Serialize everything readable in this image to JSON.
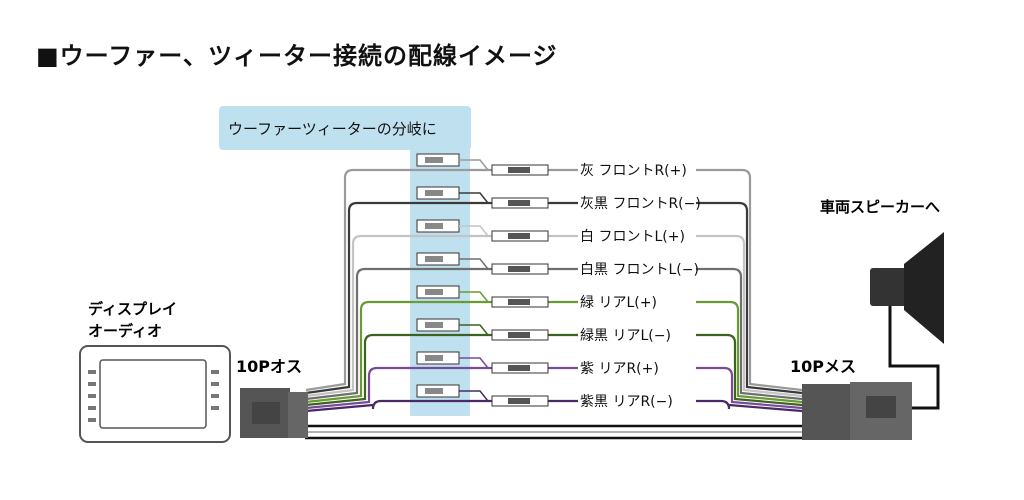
{
  "title": "■ウーファー、ツィーター接続の配線イメージ",
  "branch_label": "ウーファーツィーターの分岐に",
  "audio_label_line1": "ディスプレイ",
  "audio_label_line2": "オーディオ",
  "male_connector_label": "10Pオス",
  "female_connector_label": "10Pメス",
  "speaker_label": "車両スピーカーへ",
  "wires": [
    {
      "label": "灰 フロントR(+)",
      "color": "#9a9a9a"
    },
    {
      "label": "灰黒 フロントR(−)",
      "color": "#3a3a3a"
    },
    {
      "label": "白 フロントL(+)",
      "color": "#c4c4c4"
    },
    {
      "label": "白黒 フロントL(−)",
      "color": "#6f6f6f"
    },
    {
      "label": "緑 リアL(+)",
      "color": "#6a9a32"
    },
    {
      "label": "緑黒 リアL(−)",
      "color": "#3c6420"
    },
    {
      "label": "紫 リアR(+)",
      "color": "#7a4a9a"
    },
    {
      "label": "紫黒 リアR(−)",
      "color": "#4a2a66"
    }
  ],
  "colors": {
    "highlight": "#bfe0ef",
    "connector": "#555555"
  }
}
